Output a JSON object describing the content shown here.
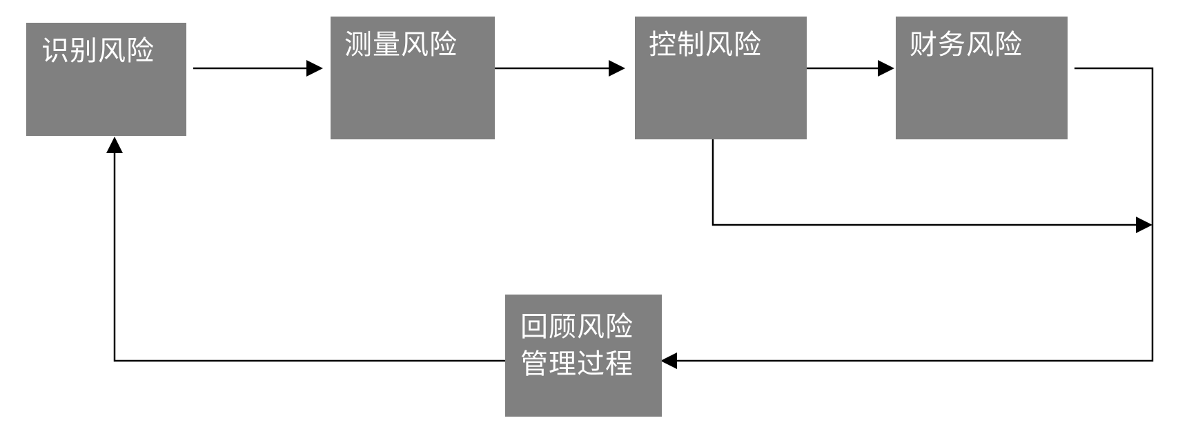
{
  "nodes": {
    "identify": {
      "lines": [
        "识别风险"
      ]
    },
    "measure": {
      "lines": [
        "测量风险"
      ]
    },
    "control": {
      "lines": [
        "控制风险"
      ]
    },
    "finance": {
      "lines": [
        "财务风险"
      ]
    },
    "review": {
      "lines": [
        "回顾风险",
        "管理过程"
      ]
    }
  },
  "colors": {
    "box_fill": "#808080",
    "box_text": "#ffffff",
    "connector": "#000000",
    "background": "#ffffff"
  }
}
